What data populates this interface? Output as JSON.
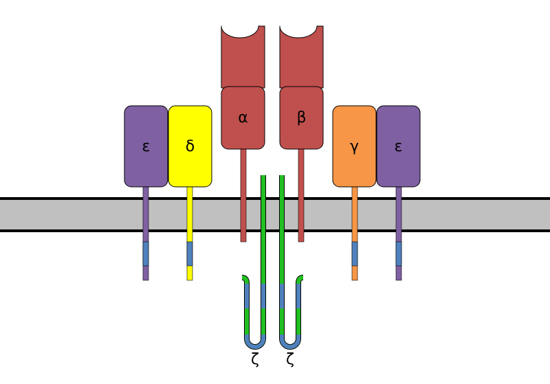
{
  "labels": {
    "epsilon_left": "ε",
    "delta": "δ",
    "alpha": "α",
    "beta": "β",
    "gamma": "γ",
    "epsilon_right": "ε",
    "zeta_left": "ζ",
    "zeta_right": "ζ"
  },
  "colors": {
    "epsilon": "#7f60a2",
    "delta": "#ffff00",
    "alpha_beta": "#c0504d",
    "gamma": "#f79646",
    "zeta": "#22c022",
    "itam": "#4f81bd",
    "membrane": "#c0c0c0",
    "outline": "#000000"
  }
}
